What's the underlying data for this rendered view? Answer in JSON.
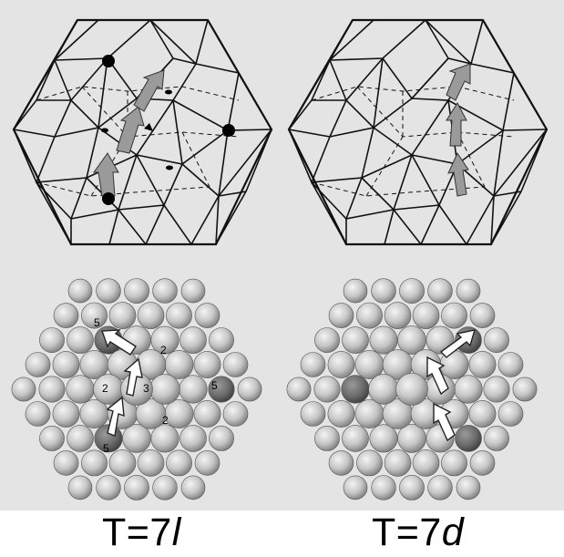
{
  "captions": {
    "left": {
      "main": "T=7",
      "letter": "l"
    },
    "right": {
      "main": "T=7",
      "letter": "d"
    }
  },
  "annotations": {
    "left_model": [
      "5",
      "2",
      "2",
      "3",
      "5",
      "2",
      "5"
    ]
  },
  "colors": {
    "background": "#e3e3e3",
    "arrow_grey": "#9a9a9a",
    "arrow_white": "#ffffff",
    "ball_light": "#c9c9c9",
    "ball_dark": "#6f6f6f",
    "line": "#111111"
  }
}
